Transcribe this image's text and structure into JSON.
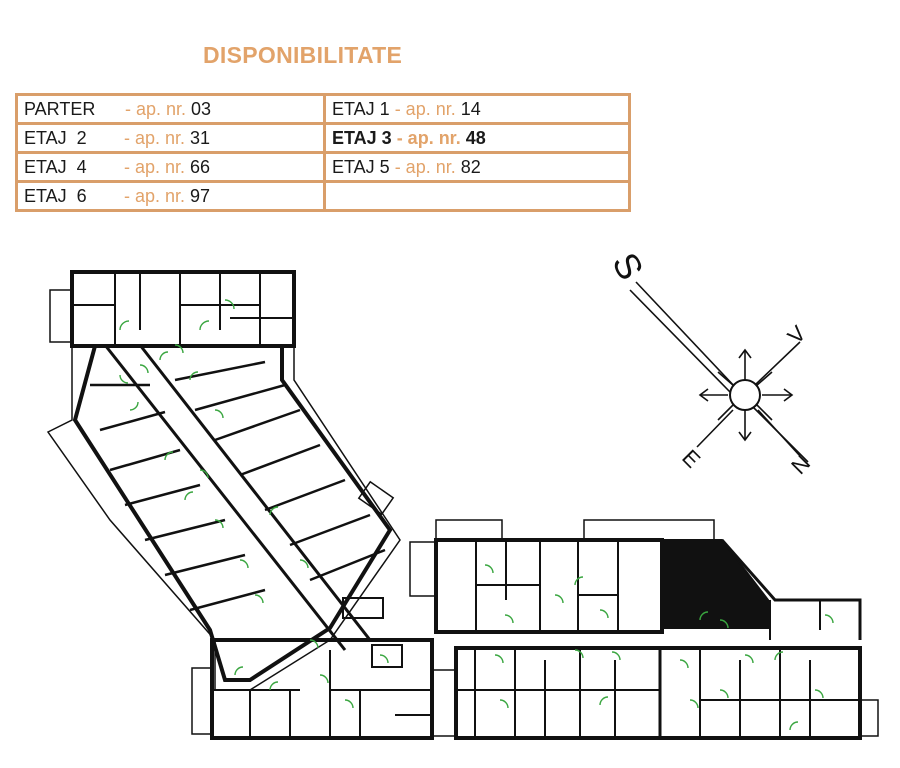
{
  "title": "DISPONIBILITATE",
  "rows": [
    {
      "cells": [
        {
          "floor": "PARTER",
          "sep": " - ap. nr. ",
          "apt": "03",
          "highlight": false
        },
        {
          "floor": "ETAJ 1",
          "sep": " - ap. nr. ",
          "apt": "14",
          "highlight": false
        }
      ]
    },
    {
      "cells": [
        {
          "floor": "ETAJ  2",
          "sep": "- ap. nr. ",
          "apt": "31",
          "highlight": false
        },
        {
          "floor": "ETAJ 3",
          "sep": " - ap. nr. ",
          "apt": "48",
          "highlight": true
        }
      ]
    },
    {
      "cells": [
        {
          "floor": "ETAJ  4",
          "sep": "- ap. nr. ",
          "apt": "66",
          "highlight": false
        },
        {
          "floor": "ETAJ 5",
          "sep": " - ap. nr. ",
          "apt": "82",
          "highlight": false
        }
      ]
    },
    {
      "cells": [
        {
          "floor": "ETAJ  6",
          "sep": "- ap. nr. ",
          "apt": "97",
          "highlight": false
        },
        {
          "floor": "",
          "sep": "",
          "apt": "",
          "highlight": false
        }
      ]
    }
  ],
  "compass": {
    "s": "S",
    "v": "V",
    "e": "E",
    "n": "N"
  },
  "colors": {
    "accent": "#e2a36a",
    "border": "#d99e6a",
    "wall": "#111111",
    "door": "#3aa640"
  }
}
